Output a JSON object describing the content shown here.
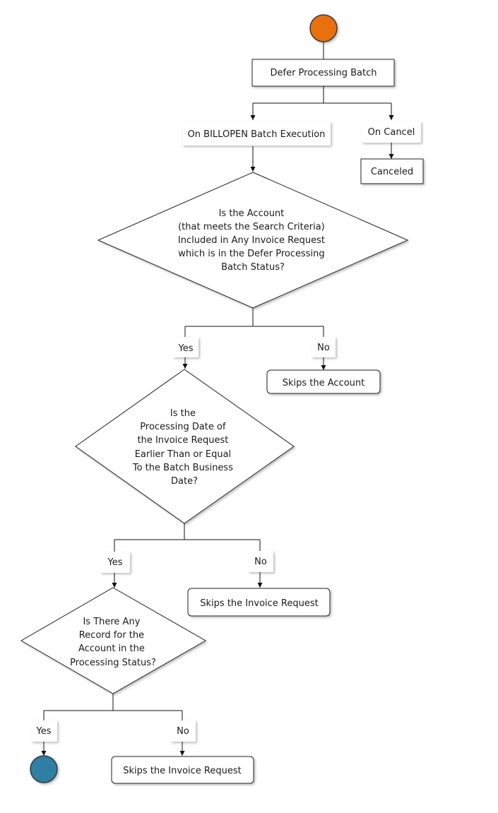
{
  "nodes": {
    "start": {
      "color": "#E8700F"
    },
    "defer_batch": "Defer Processing Batch",
    "billopen_execution": "On BILLOPEN Batch Execution",
    "on_cancel": "On Cancel",
    "canceled": "Canceled",
    "decision_account": [
      "Is the Account",
      "(that meets the Search Criteria)",
      "Included in Any Invoice Request",
      "which is in the Defer Processing",
      "Batch Status?"
    ],
    "yes_1": "Yes",
    "no_1": "No",
    "skips_account": "Skips the Account",
    "decision_date": [
      "Is the",
      "Processing Date of",
      "the Invoice Request",
      "Earlier Than or Equal",
      "To the Batch Business",
      "Date?"
    ],
    "yes_2": "Yes",
    "no_2": "No",
    "skips_invoice_1": "Skips the Invoice Request",
    "decision_record": [
      "Is There Any",
      "Record for the",
      "Account in the",
      "Processing Status?"
    ],
    "yes_3": "Yes",
    "no_3": "No",
    "skips_invoice_2": "Skips the Invoice Request",
    "end": {
      "color": "#2E7FA3"
    }
  }
}
